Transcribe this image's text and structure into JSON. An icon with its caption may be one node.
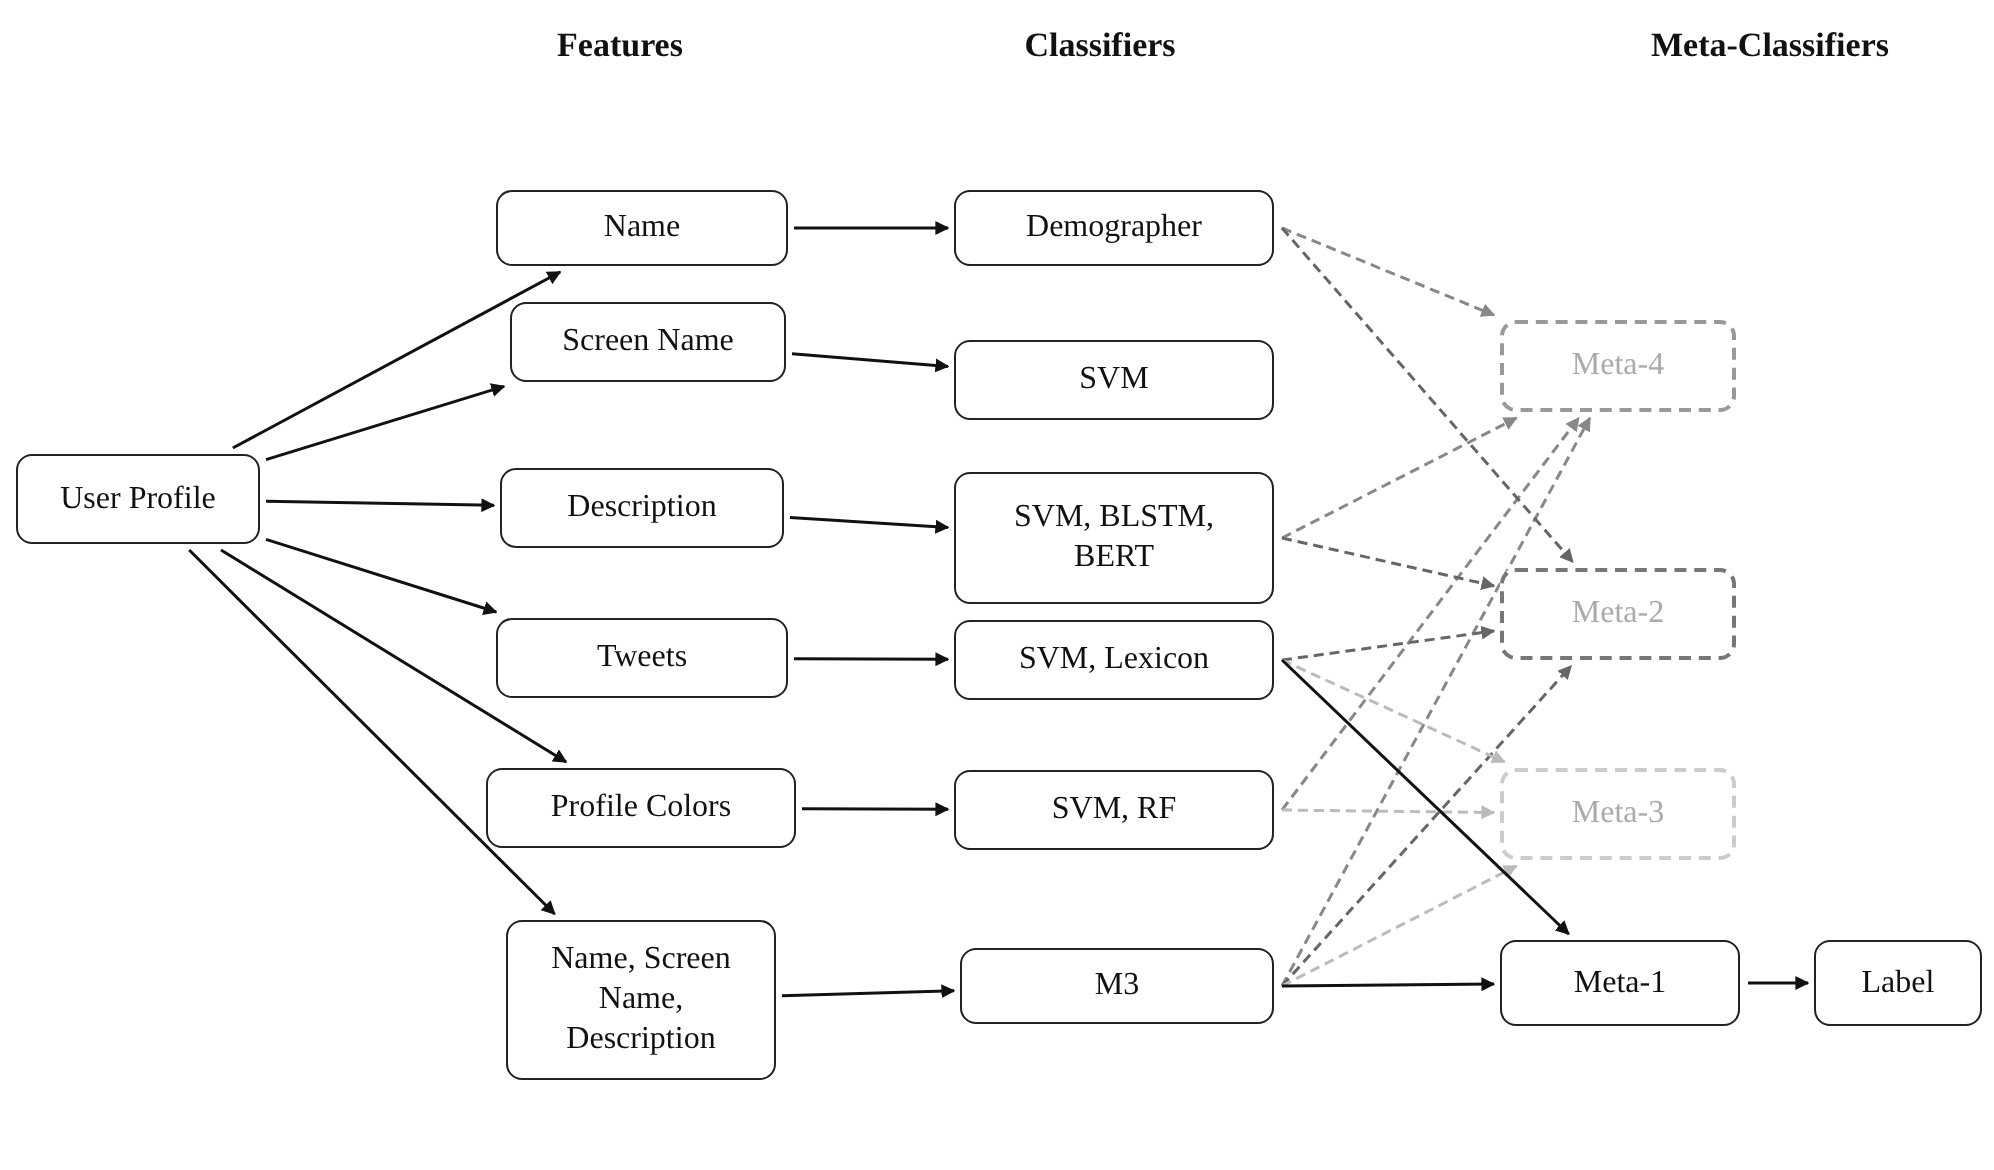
{
  "diagram": {
    "nodes": [
      {
        "text": [
          "User Profile"
        ]
      },
      {
        "text": [
          "Name"
        ]
      },
      {
        "text": [
          "Screen Name"
        ]
      },
      {
        "text": [
          "Description"
        ]
      },
      {
        "text": [
          "Tweets"
        ]
      },
      {
        "text": [
          "Profile Colors"
        ]
      },
      {
        "text": [
          "Name, Screen Name, Description"
        ]
      },
      {
        "text": [
          "Demographer"
        ]
      },
      {
        "text": [
          "SVM"
        ]
      },
      {
        "text": [
          "SVM, BLSTM, BERT"
        ]
      },
      {
        "text": [
          "SVM, Lexicon"
        ]
      },
      {
        "text": [
          "SVM, RF"
        ]
      },
      {
        "text": [
          "M3"
        ]
      },
      {
        "text": [
          "Meta-4"
        ]
      },
      {
        "text": [
          "Meta-2"
        ]
      },
      {
        "text": [
          "Meta-3"
        ]
      },
      {
        "text": [
          "Meta-1"
        ]
      },
      {
        "text": [
          "Label"
        ]
      }
    ],
    "edges": [
      {
        "from": 0,
        "to": 1,
        "arrow": "to"
      },
      {
        "from": 0,
        "to": 2,
        "arrow": "to"
      },
      {
        "from": 0,
        "to": 3,
        "arrow": "to"
      },
      {
        "from": 0,
        "to": 4,
        "arrow": "to"
      },
      {
        "from": 0,
        "to": 5,
        "arrow": "to"
      },
      {
        "from": 0,
        "to": 6,
        "arrow": "to"
      },
      {
        "from": 1,
        "to": 7,
        "arrow": "to"
      },
      {
        "from": 2,
        "to": 8,
        "arrow": "to"
      },
      {
        "from": 3,
        "to": 9,
        "arrow": "to"
      },
      {
        "from": 4,
        "to": 10,
        "arrow": "to"
      },
      {
        "from": 5,
        "to": 11,
        "arrow": "to"
      },
      {
        "from": 6,
        "to": 12,
        "arrow": "to"
      },
      {
        "from": 7,
        "to": 13,
        "arrow": "to",
        "style": "dashed",
        "color": "#888888"
      },
      {
        "from": 9,
        "to": 13,
        "arrow": "to",
        "style": "dashed",
        "color": "#888888"
      },
      {
        "from": 11,
        "to": 13,
        "arrow": "to",
        "style": "dashed",
        "color": "#888888"
      },
      {
        "from": 12,
        "to": 13,
        "arrow": "to",
        "style": "dashed",
        "color": "#888888"
      },
      {
        "from": 7,
        "to": 14,
        "arrow": "to",
        "style": "dashed",
        "color": "#666666"
      },
      {
        "from": 9,
        "to": 14,
        "arrow": "to",
        "style": "dashed",
        "color": "#666666"
      },
      {
        "from": 10,
        "to": 14,
        "arrow": "to",
        "style": "dashed",
        "color": "#666666"
      },
      {
        "from": 12,
        "to": 14,
        "arrow": "to",
        "style": "dashed",
        "color": "#666666"
      },
      {
        "from": 10,
        "to": 15,
        "arrow": "to",
        "style": "dashed",
        "color": "#bbbbbb"
      },
      {
        "from": 11,
        "to": 15,
        "arrow": "to",
        "style": "dashed",
        "color": "#bbbbbb"
      },
      {
        "from": 12,
        "to": 15,
        "arrow": "to",
        "style": "dashed",
        "color": "#bbbbbb"
      },
      {
        "from": 10,
        "to": 16,
        "arrow": "to"
      },
      {
        "from": 12,
        "to": 16,
        "arrow": "to"
      },
      {
        "from": 16,
        "to": 17,
        "arrow": "to"
      }
    ],
    "labels": [
      "Features",
      "Classifiers",
      "Meta-Classifiers"
    ]
  }
}
